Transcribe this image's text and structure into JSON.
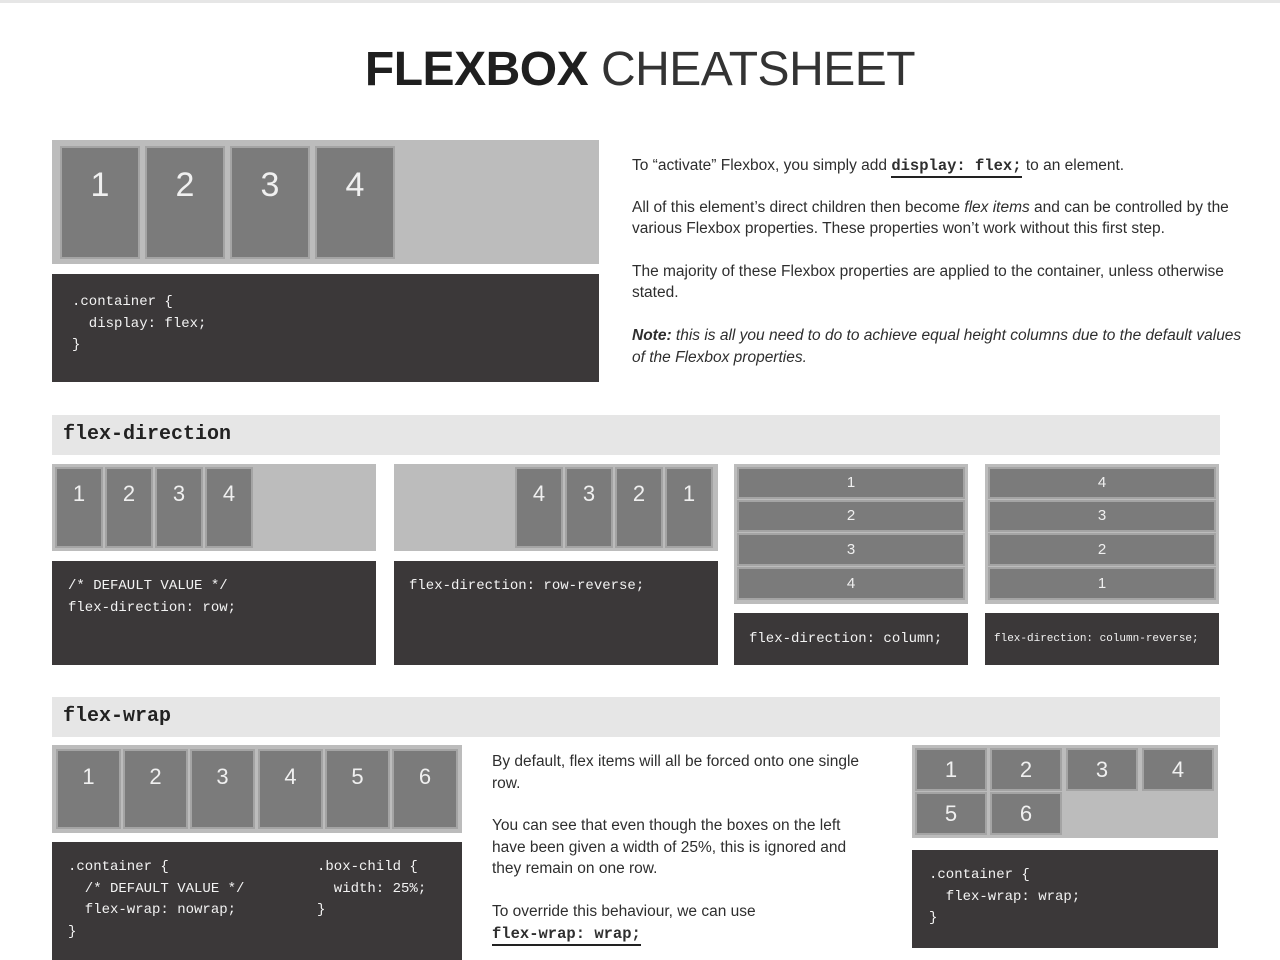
{
  "title": {
    "bold": "FLEXBOX",
    "light": "CHEATSHEET"
  },
  "intro": {
    "items": [
      "1",
      "2",
      "3",
      "4"
    ],
    "code": ".container {\n  display: flex;\n}",
    "p1_before": "To “activate” Flexbox, you simply add ",
    "p1_code": "display: flex;",
    "p1_after": " to an element.",
    "p2_before": "All of this element’s direct children then become ",
    "p2_em": "flex items",
    "p2_after": " and can be controlled by the various Flexbox properties. These properties won’t work without this first step.",
    "p3": "The majority of these Flexbox properties are applied to the container, unless otherwise stated.",
    "p4_bold": "Note:",
    "p4_rest": " this is all you need to do to achieve equal height columns due to the default values of the Flexbox properties."
  },
  "flex_direction": {
    "header": "flex-direction",
    "row_items": [
      "1",
      "2",
      "3",
      "4"
    ],
    "row_code": "/* DEFAULT VALUE */\nflex-direction: row;",
    "row_reverse_items": [
      "4",
      "3",
      "2",
      "1"
    ],
    "row_reverse_code": "flex-direction: row-reverse;",
    "column_items": [
      "1",
      "2",
      "3",
      "4"
    ],
    "column_code": "flex-direction: column;",
    "column_reverse_items": [
      "4",
      "3",
      "2",
      "1"
    ],
    "column_reverse_code": "flex-direction: column-reverse;"
  },
  "flex_wrap": {
    "header": "flex-wrap",
    "nowrap_items": [
      "1",
      "2",
      "3",
      "4",
      "5",
      "6"
    ],
    "nowrap_code_left": ".container {\n  /* DEFAULT VALUE */\n  flex-wrap: nowrap;\n}",
    "nowrap_code_right": ".box-child {\n  width: 25%;\n}",
    "p1": "By default, flex items will all be forced onto one single row.",
    "p2": "You can see that even though the boxes on the left have been given a width of 25%, this is ignored and they remain on one row.",
    "p3": "To override this behaviour, we can use",
    "p3_code": "flex-wrap: wrap;",
    "wrap_items": [
      "1",
      "2",
      "3",
      "4",
      "5",
      "6"
    ],
    "wrap_code": ".container {\n  flex-wrap: wrap;\n}"
  }
}
